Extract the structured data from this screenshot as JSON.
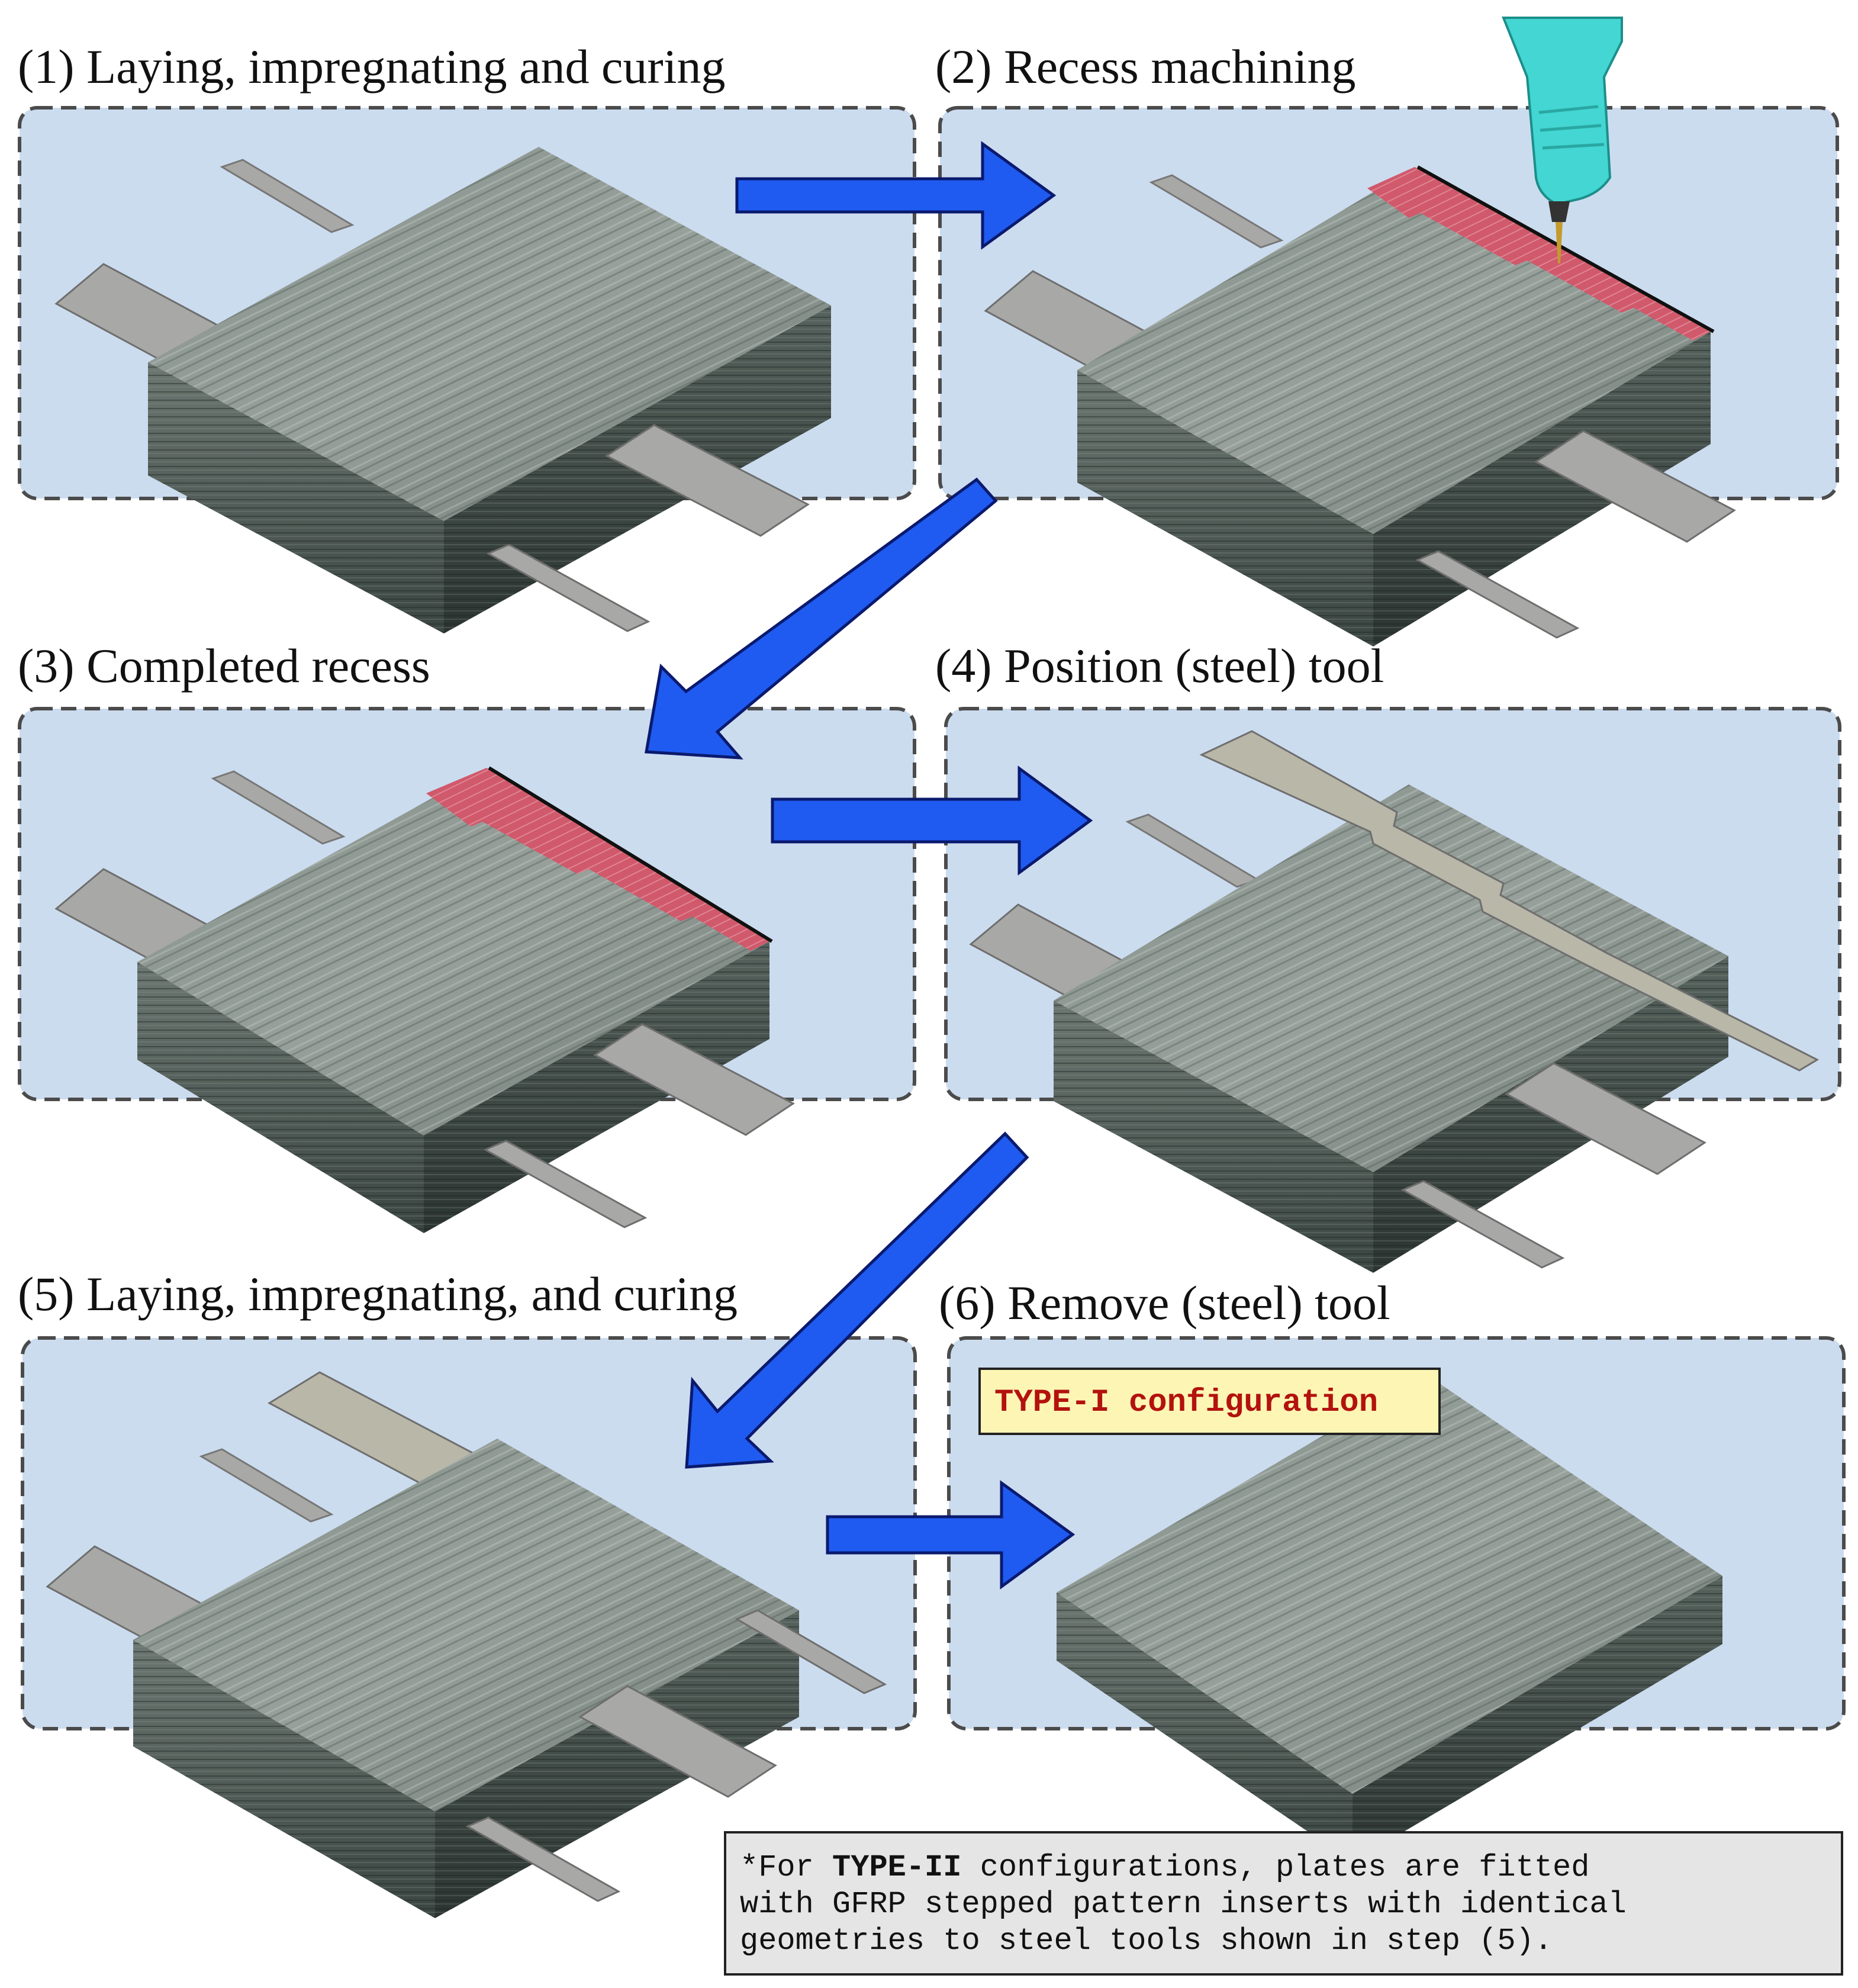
{
  "steps": [
    {
      "id": 1,
      "title": "(1) Laying, impregnating and curing"
    },
    {
      "id": 2,
      "title": "(2) Recess machining"
    },
    {
      "id": 3,
      "title": "(3) Completed recess"
    },
    {
      "id": 4,
      "title": "(4) Position (steel) tool"
    },
    {
      "id": 5,
      "title": "(5) Laying, impregnating, and curing"
    },
    {
      "id": 6,
      "title": "(6) Remove (steel) tool"
    }
  ],
  "badge": {
    "text": "TYPE-I configuration"
  },
  "note": {
    "line1_prefix": "*For ",
    "line1_bold": "TYPE-II",
    "line1_suffix": " configurations, plates are fitted",
    "line2": "with GFRP stepped pattern inserts with identical",
    "line3": "geometries to steel tools shown in step (5)."
  },
  "colors": {
    "panel_fill": "#ccdcef",
    "arrow_fill": "#1f5bf0",
    "recess": "#d0596b",
    "steel_plate": "#a8a8a6",
    "gfrp_top": "#7f8a84",
    "gfrp_side": "#3e4a46",
    "drill_body": "#43d6d2",
    "badge_fill": "#fdf5b4"
  }
}
